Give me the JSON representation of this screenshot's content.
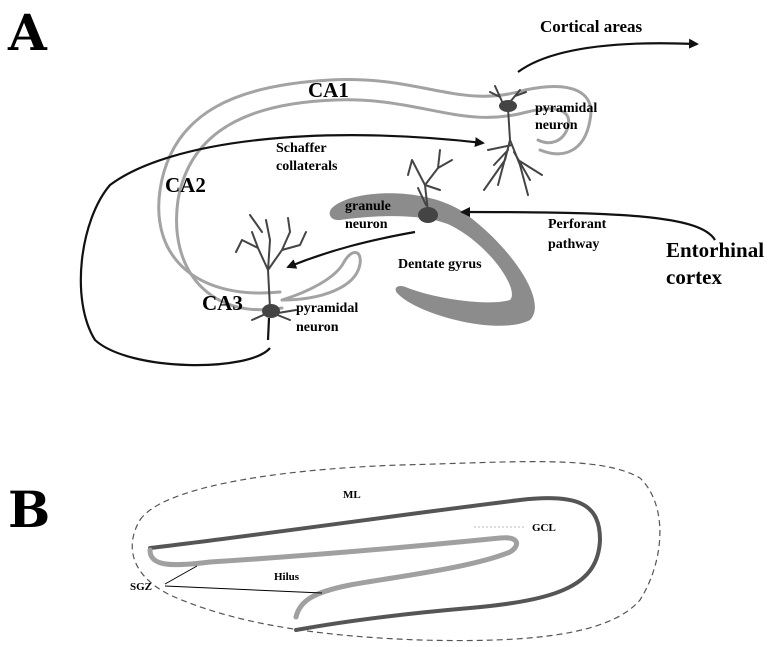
{
  "panel_a": {
    "letter": "A",
    "labels": {
      "cortical_areas": "Cortical areas",
      "ca1": "CA1",
      "ca2": "CA2",
      "ca3": "CA3",
      "pyramidal_ca1_1": "pyramidal",
      "pyramidal_ca1_2": "neuron",
      "schaffer_1": "Schaffer",
      "schaffer_2": "collaterals",
      "granule_1": "granule",
      "granule_2": "neuron",
      "perforant_1": "Perforant",
      "perforant_2": "pathway",
      "entorhinal_1": "Entorhinal",
      "entorhinal_2": "cortex",
      "dentate_gyrus": "Dentate gyrus",
      "pyramidal_ca3_1": "pyramidal",
      "pyramidal_ca3_2": "neuron"
    }
  },
  "panel_b": {
    "letter": "B",
    "labels": {
      "ml": "ML",
      "gcl": "GCL",
      "hilus": "Hilus",
      "sgz": "SGZ"
    }
  },
  "colors": {
    "hippocampus_outline": "#9e9e9e",
    "dentate_fill": "#8a8a8a",
    "neuron": "#444444",
    "pathway": "#000000",
    "gcl_line": "#555555",
    "sgz_line": "#a0a0a0"
  }
}
